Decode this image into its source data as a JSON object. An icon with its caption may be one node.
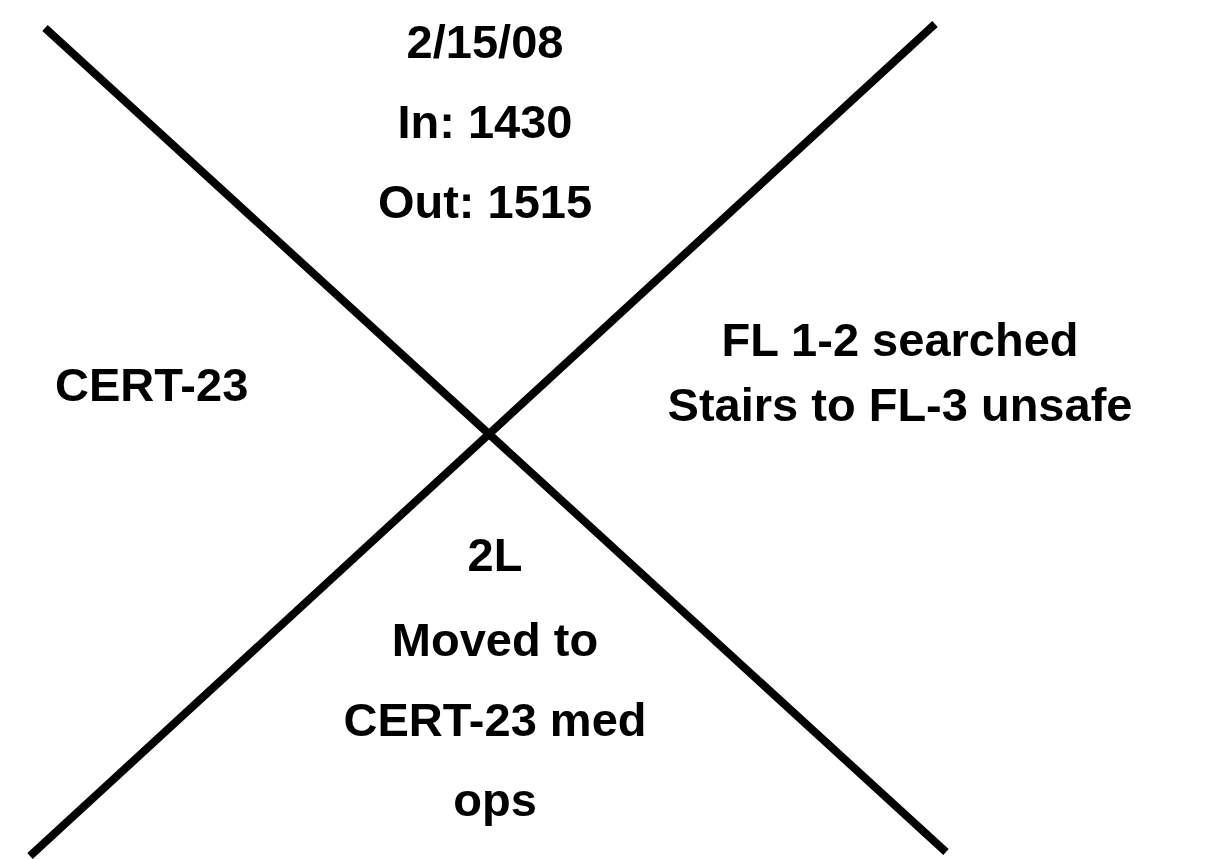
{
  "diagram": {
    "labels": [
      "2/15/08",
      "In: 1430",
      "Out: 1515",
      "CERT-23",
      "FL 1-2 searched",
      "Stairs to FL-3 unsafe",
      "2L",
      "Moved to CERT-23 med ops"
    ]
  }
}
